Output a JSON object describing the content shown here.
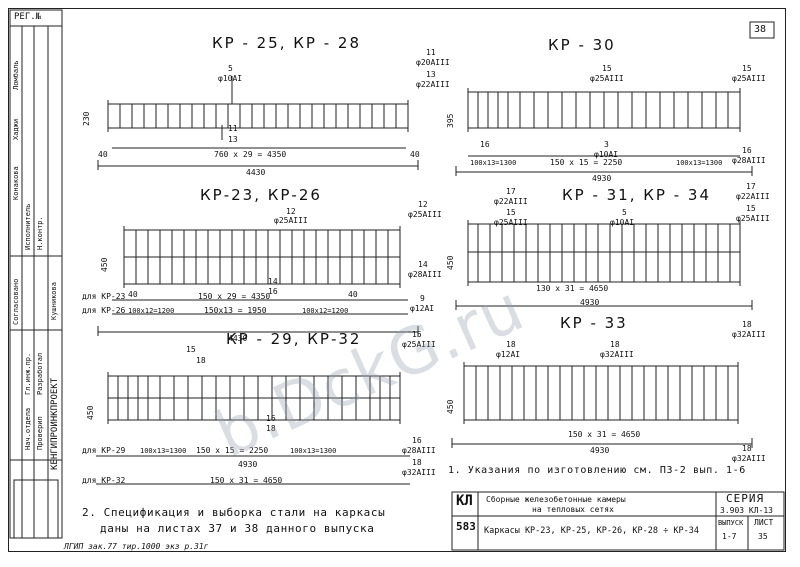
{
  "stamp": "РЕГ.№",
  "sheet_number": "38",
  "organization": "КЕНГИПРОИНКПРОЕКТ",
  "side_roles": [
    "Нач.отдела",
    "Гл.инж.пр.",
    "Проверил",
    "Разработал",
    "Исполнитель",
    "Н.контр."
  ],
  "side_names": [
    "Конакова",
    "Хаджи",
    "Ломбаль",
    "Кушникова"
  ],
  "side_approved": "Согласовано",
  "frames": {
    "kp25": {
      "title": "КР - 25,  КР - 28",
      "pos_top": "5",
      "bar_top": "φ10АI",
      "pos_bot": [
        "11",
        "13"
      ],
      "spacing": "760 х 29 = 4350",
      "len": "4430",
      "left": "40",
      "right": "40",
      "tag_r": [
        "11",
        "φ20АIII",
        "13",
        "φ22АIII"
      ],
      "height": "230"
    },
    "kp30": {
      "title": "КР - 30",
      "pos_top": "15",
      "bar_top": "φ25АIII",
      "pos_mid": "3",
      "bar_mid": "φ10АI",
      "spacing_l": "100х13=1300",
      "spacing_m": "150 х 15 = 2250",
      "spacing_r": "100х13=1300",
      "len": "4930",
      "tag_r": [
        "15",
        "φ25АIII",
        "16",
        "φ28АIII"
      ],
      "pos_l": "16",
      "height": "395"
    },
    "kp23": {
      "title": "КР-23, КР-26",
      "pos_top": "12",
      "bar_top": "φ25АIII",
      "pos_bot": [
        "14",
        "16"
      ],
      "row1_label": "для КР-23",
      "row1": "150 х 29 = 4350",
      "row2_label": "для КР-26",
      "row2_l": "100х12=1200",
      "row2_m": "150х13 = 1950",
      "row2_r": "100х12=1200",
      "len": "4430",
      "left": "40",
      "right": "40",
      "tag_r": [
        "12",
        "φ25АIII",
        "14",
        "φ28АIII"
      ],
      "height": "450"
    },
    "kp31": {
      "title": "КР - 31, КР - 34",
      "pos_top": "17",
      "bar_top": "φ22АIII",
      "pos_top2": "15",
      "bar_top2": "φ25АIII",
      "pos_mid": "5",
      "bar_mid": "φ10АI",
      "spacing": "130 х 31 = 4650",
      "len": "4930",
      "tag_r": [
        "17",
        "φ22АIII",
        "15",
        "φ25АIII"
      ],
      "pos_l": "9",
      "bar_l": "φ12АI",
      "height": "450"
    },
    "kp29": {
      "title": "КР - 29,  КР-32",
      "pos_top": "15",
      "pos_top2": "18",
      "pos_bot": [
        "16",
        "18"
      ],
      "row1_label": "для КР-29",
      "row1_l": "100х13=1300",
      "row1_m": "150 х 15 = 2250",
      "row1_r": "100х13=1300",
      "row2_label": "для КР-32",
      "row2_m": "150 х 31 = 4650",
      "len": "4930",
      "tag_r": [
        "15",
        "φ25АIII",
        "16",
        "φ28АIII",
        "18",
        "φ32АIII"
      ],
      "height": "450"
    },
    "kp33": {
      "title": "КР - 33",
      "pos_top": "18",
      "bar_top": "φ12АI",
      "pos_top2": "18",
      "bar_top2": "φ32АIII",
      "spacing": "150 х 31 = 4650",
      "len": "4930",
      "tag_r": [
        "18",
        "φ32АIII",
        "18",
        "φ32АIII"
      ],
      "height": "450"
    }
  },
  "note1": "1. Указания по изготовлению см. ПЗ-2  вып. 1-6",
  "note2_line1": "2. Спецификация и выборка  стали на каркасы",
  "note2_line2": "даны на листах 37 и 38 данного выпуска",
  "footer_sign": "ЛГИП  зак.77  тир.1000 экз  р.31г",
  "titleblock": {
    "logo": "КЛ",
    "code": "583",
    "line1": "Сборные железобетонные камеры",
    "line2": "на    тепловых    сетях",
    "caption": "Каркасы  КР-23, КР-25, КР-26, КР-28 ÷ КР-34",
    "seria_label": "СЕРИЯ",
    "seria": "3.903 КЛ-13",
    "vypusk_label": "ВЫПУСК",
    "vypusk": "1-7",
    "list_label": "ЛИСТ",
    "list": "35"
  },
  "watermark": "b.DckG.ru"
}
